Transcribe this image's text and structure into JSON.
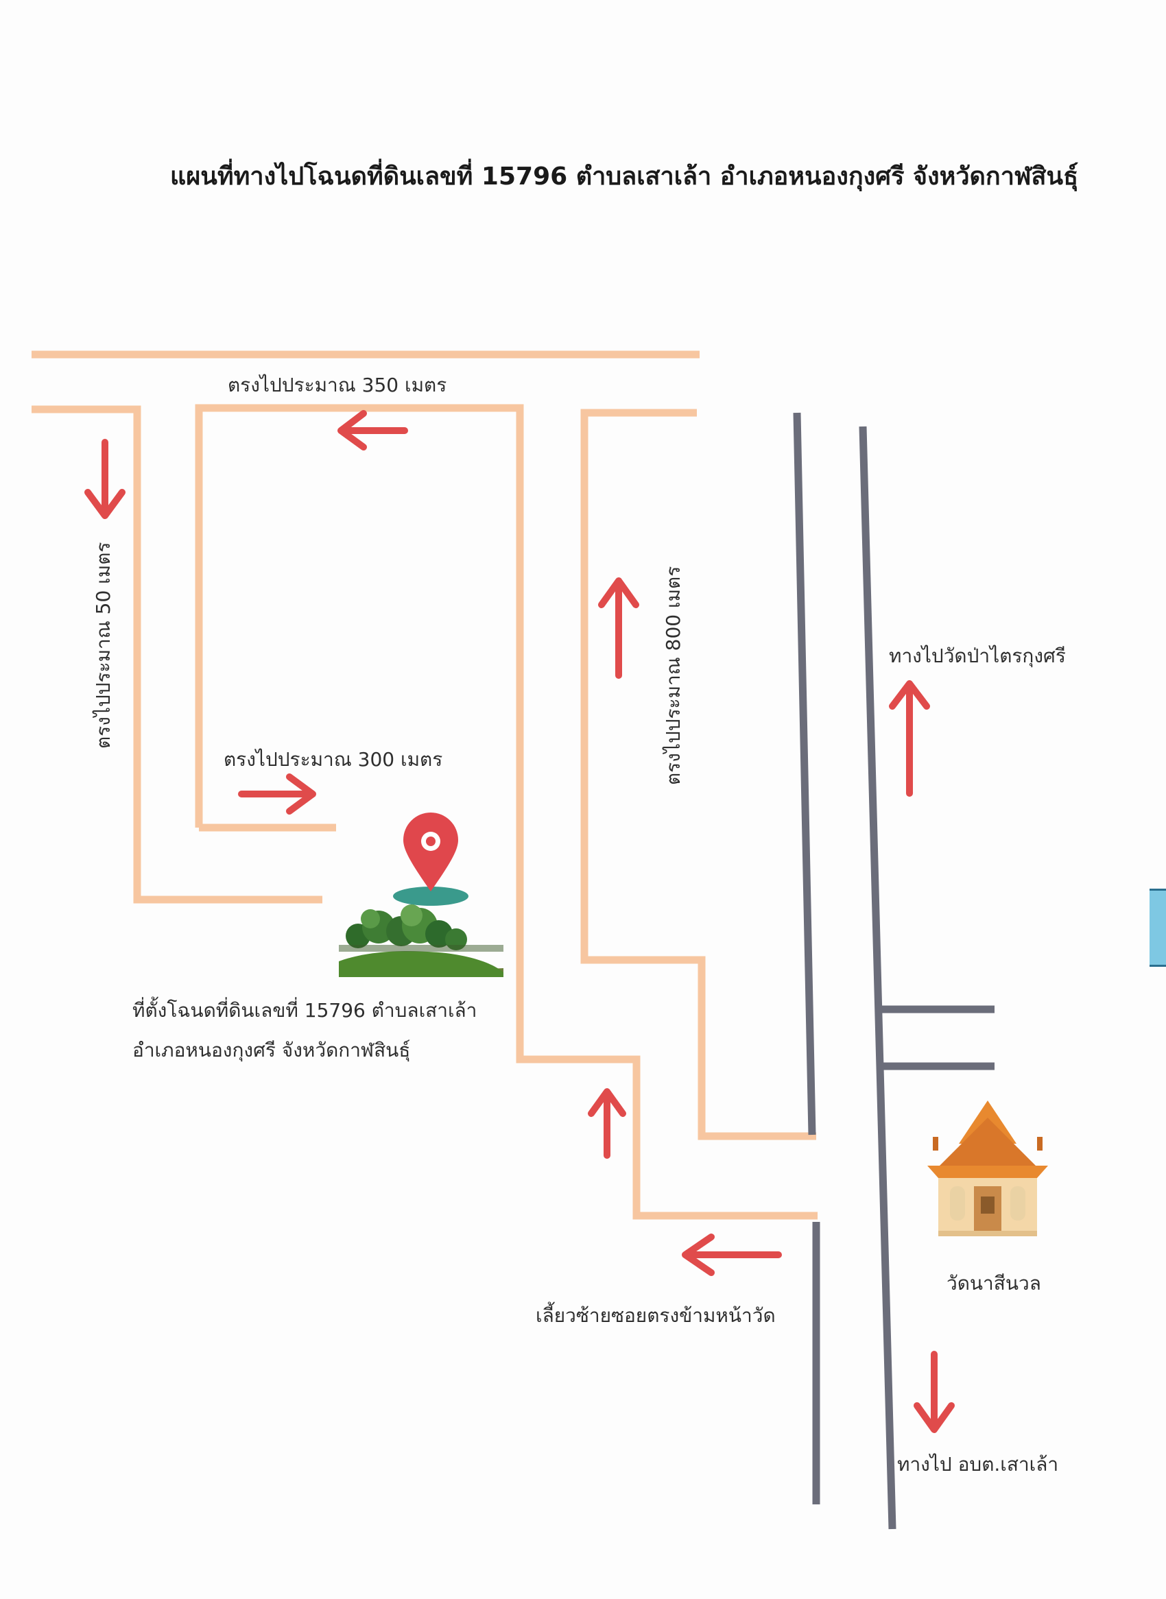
{
  "title": "แผนที่ทางไปโฉนดที่ดินเลขที่ 15796 ตำบลเสาเล้า อำเภอหนองกุงศรี จังหวัดกาฬสินธุ์",
  "colors": {
    "soi_road": "#f7c6a0",
    "main_road": "#6b6d7a",
    "arrow": "#e04b4b",
    "pin": "#e0474c",
    "pin_base": "#3a9a8c",
    "temple_roof": "#e8892f",
    "temple_body": "#f4d7a8"
  },
  "directions": {
    "straight_350": "ตรงไปประมาณ 350 เมตร",
    "straight_50": "ตรงไปประมาณ 50 เมตร",
    "straight_300": "ตรงไปประมาณ 300 เมตร",
    "straight_800": "ตรงไปประมาณ 800 เมตร",
    "to_wat_pa_trai": "ทางไปวัดป่าไตรกุงศรี",
    "turn_left_opposite_temple": "เลี้ยวซ้ายซอยตรงข้ามหน้าวัด",
    "to_sao_lao_office": "ทางไป อบต.เสาเล้า"
  },
  "location": {
    "line1": "ที่ตั้งโฉนดที่ดินเลขที่ 15796 ตำบลเสาเล้า",
    "line2": "อำเภอหนองกุงศรี จังหวัดกาฬสินธุ์"
  },
  "landmark": {
    "temple_name": "วัดนาสีนวล"
  },
  "icons": [
    "location-pin-icon",
    "land-plot-image",
    "temple-icon",
    "direction-arrow-icon"
  ]
}
